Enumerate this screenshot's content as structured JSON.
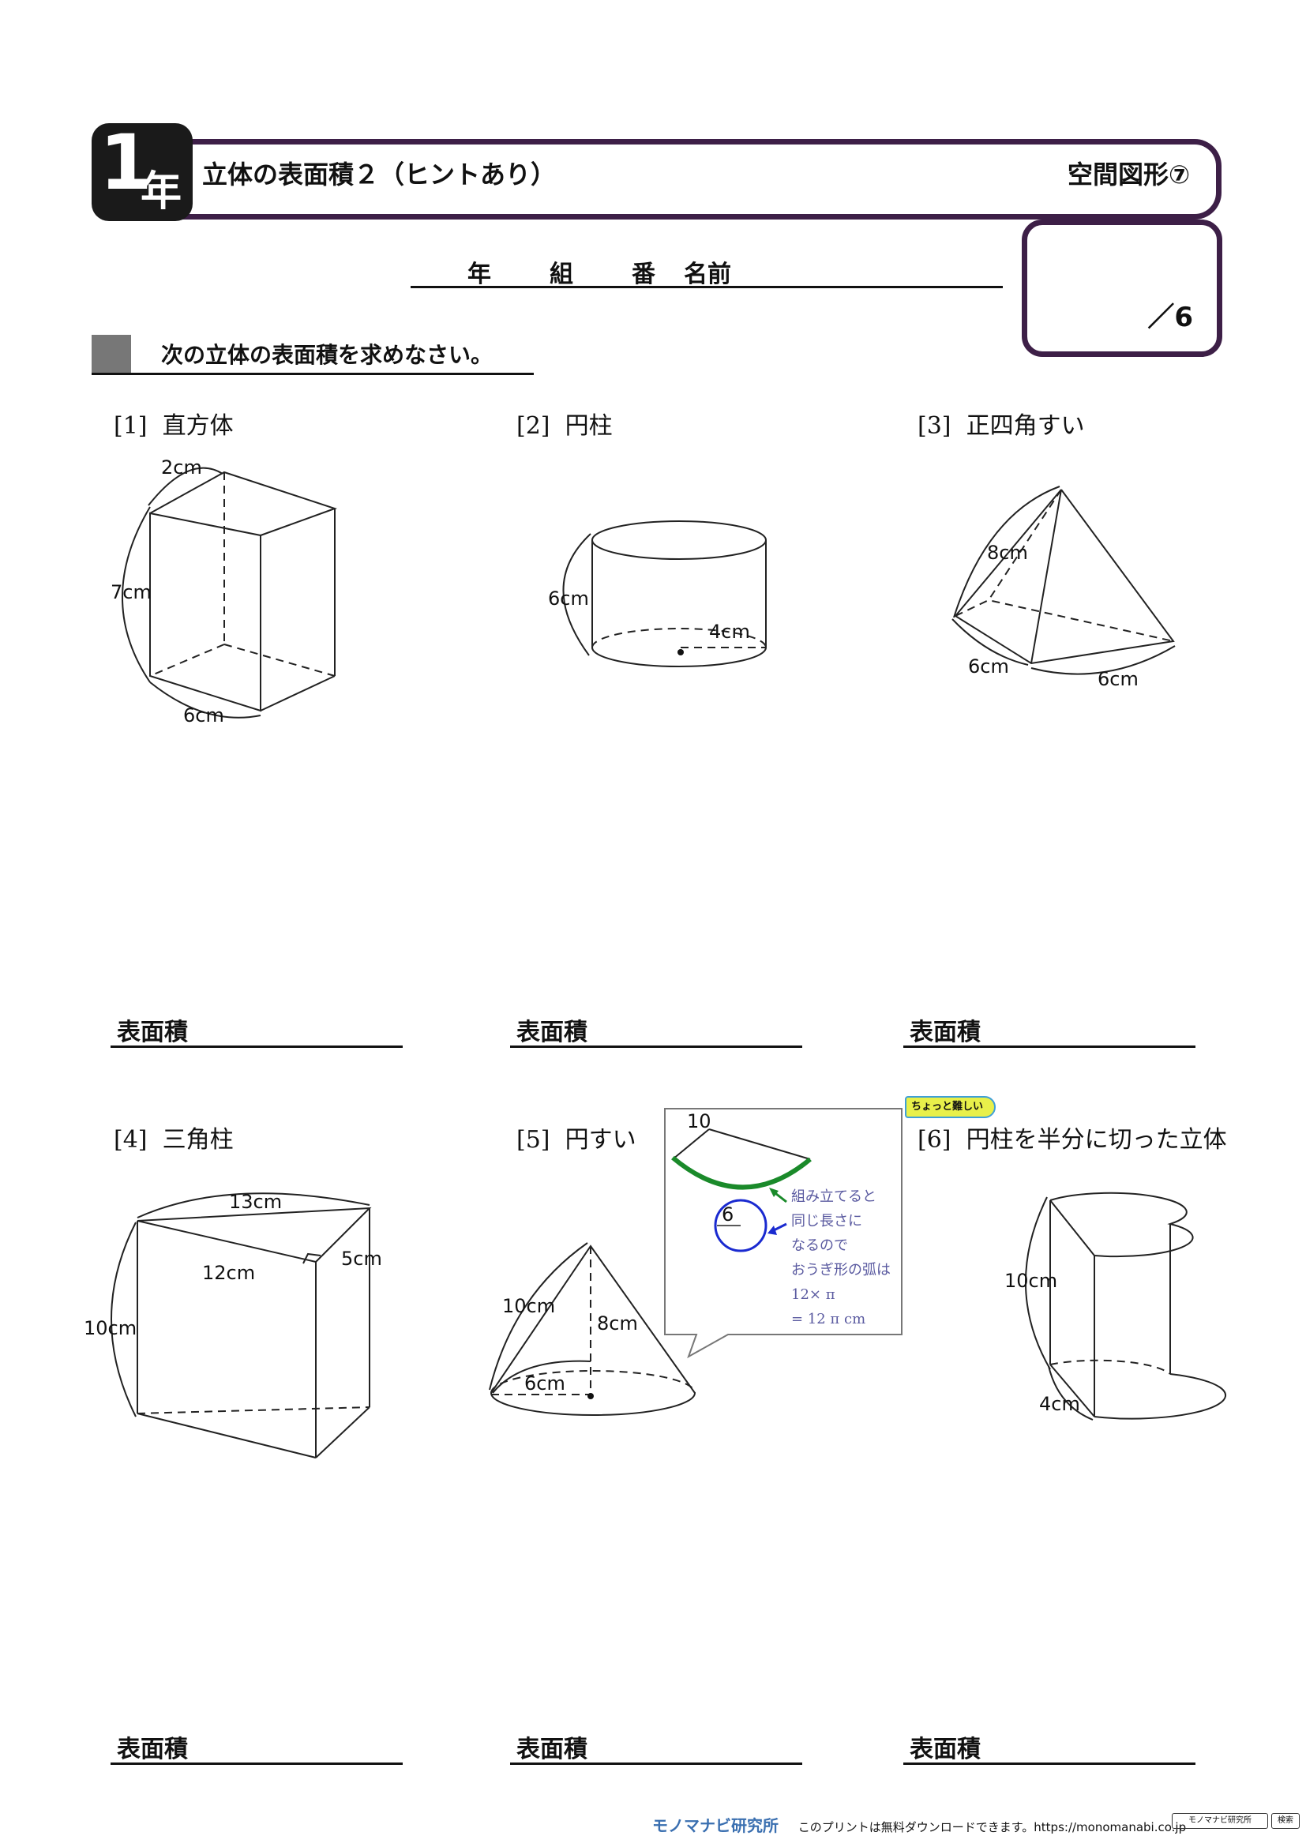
{
  "header": {
    "grade_number": "1",
    "grade_kanji": "年",
    "title": "立体の表面積２（ヒントあり）",
    "unit": "空間図形⑦"
  },
  "name_row": {
    "year": "年",
    "class": "組",
    "number": "番",
    "name": "名前"
  },
  "score": {
    "text": "／6"
  },
  "instruction": "次の立体の表面積を求めなさい。",
  "problems": [
    {
      "num": "[1]",
      "title": "直方体",
      "labels": [
        "2cm",
        "7cm",
        "6cm"
      ],
      "answer_label": "表面積"
    },
    {
      "num": "[2]",
      "title": "円柱",
      "labels": [
        "6cm",
        "4cm"
      ],
      "answer_label": "表面積"
    },
    {
      "num": "[3]",
      "title": "正四角すい",
      "labels": [
        "8cm",
        "6cm",
        "6cm"
      ],
      "answer_label": "表面積"
    },
    {
      "num": "[4]",
      "title": "三角柱",
      "labels": [
        "13cm",
        "12cm",
        "5cm",
        "10cm"
      ],
      "answer_label": "表面積"
    },
    {
      "num": "[5]",
      "title": "円すい",
      "labels": [
        "10cm",
        "8cm",
        "6cm"
      ],
      "answer_label": "表面積"
    },
    {
      "num": "[6]",
      "title": "円柱を半分に切った立体",
      "labels": [
        "10cm",
        "4cm"
      ],
      "answer_label": "表面積"
    }
  ],
  "hint": {
    "arc_label": "10",
    "circle_label": "6",
    "lines": [
      "組み立てると",
      "同じ長さに",
      "なるので",
      "おうぎ形の弧は",
      "12× π",
      "= 12 π cm"
    ],
    "colors": {
      "arc": "#1a8a2a",
      "circle": "#1a2ad0",
      "text": "#5a5aa0"
    }
  },
  "badge": {
    "text": "ちょっと難しい",
    "color": "#3fa0d8"
  },
  "footer": {
    "logo": "モノマナビ研究所",
    "text": "このプリントは無料ダウンロードできます。https://monomanabi.co.jp",
    "search_box": "モノマナビ研究所",
    "search_button": "検索"
  }
}
